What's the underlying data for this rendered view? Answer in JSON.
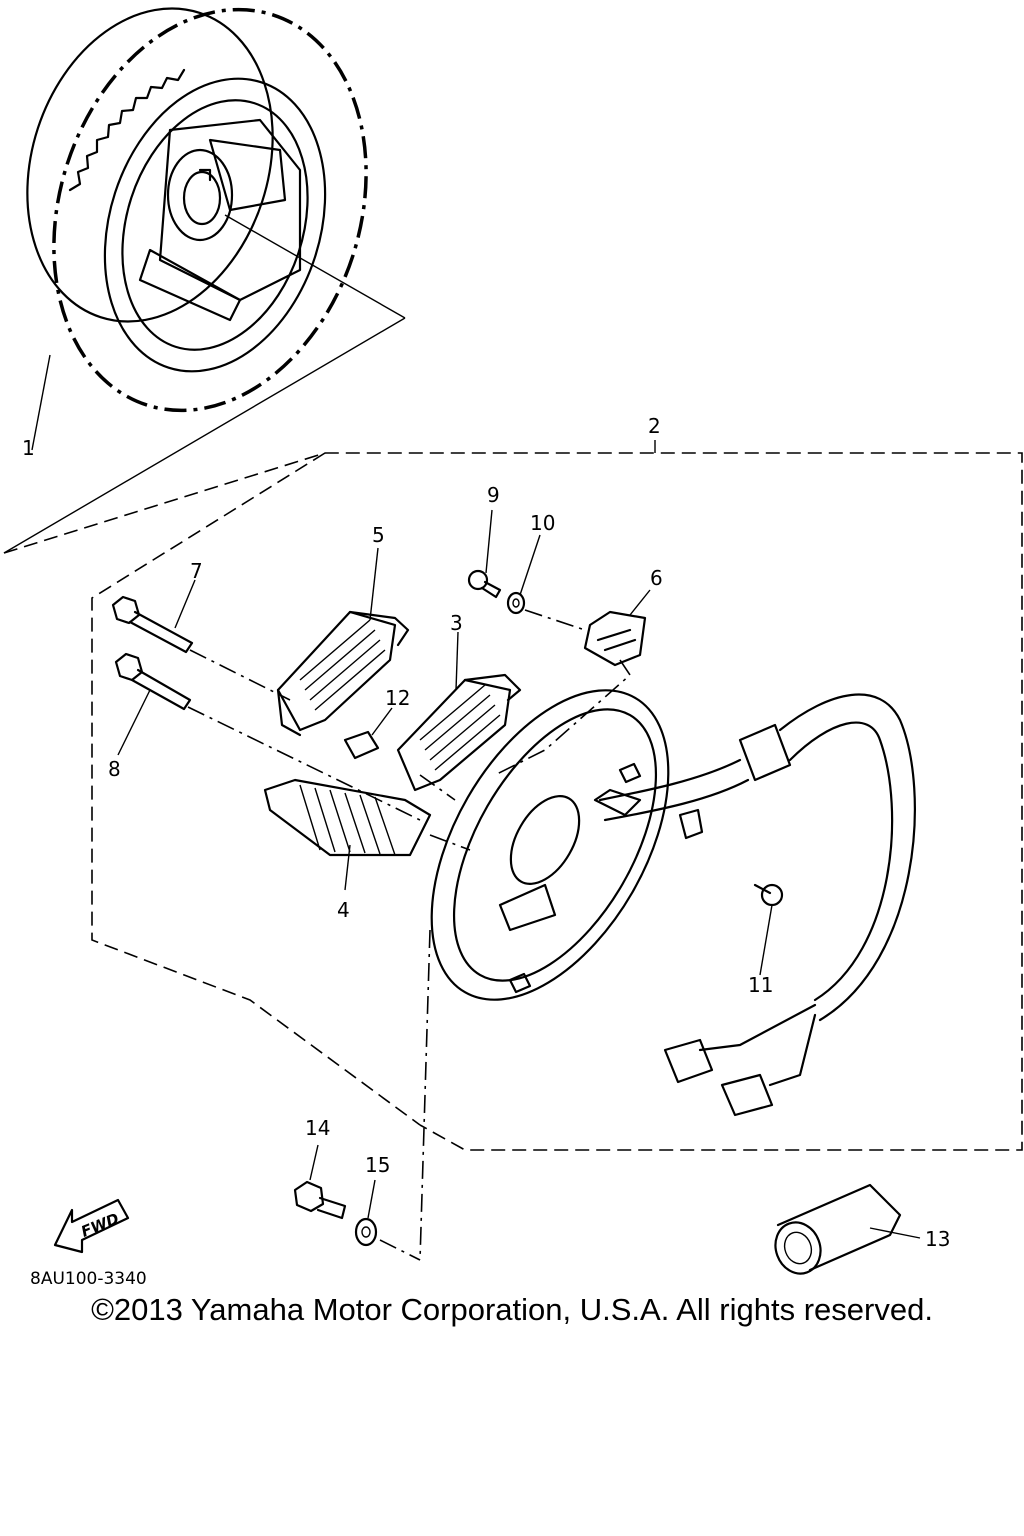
{
  "diagram": {
    "drawing_code": "8AU100-3340",
    "fwd_label": "FWD",
    "callouts": [
      "1",
      "2",
      "3",
      "4",
      "5",
      "6",
      "7",
      "8",
      "9",
      "10",
      "11",
      "12",
      "13",
      "14",
      "15"
    ]
  },
  "copyright": "©2013 Yamaha Motor Corporation, U.S.A. All rights reserved."
}
